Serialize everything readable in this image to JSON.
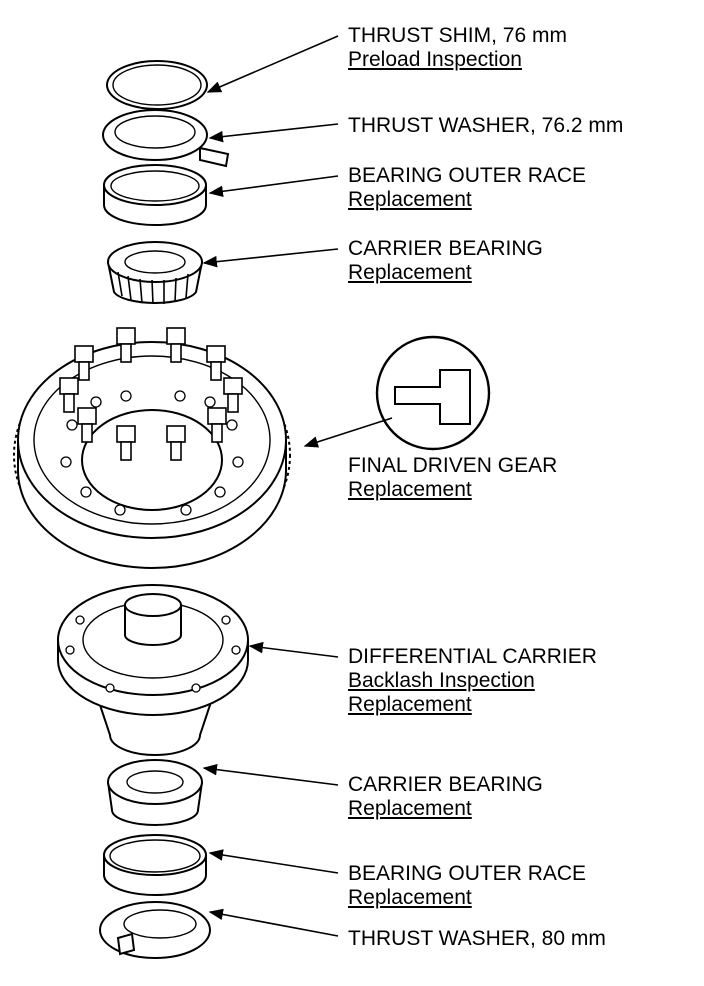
{
  "callouts": {
    "thrust_shim": {
      "title": "THRUST SHIM, 76 mm",
      "links": [
        "Preload Inspection"
      ]
    },
    "thrust_washer_top": {
      "title": "THRUST WASHER, 76.2 mm",
      "links": []
    },
    "bearing_outer_race_top": {
      "title": "BEARING OUTER RACE",
      "links": [
        "Replacement"
      ]
    },
    "carrier_bearing_top": {
      "title": "CARRIER BEARING",
      "links": [
        "Replacement"
      ]
    },
    "final_driven_gear": {
      "title": "FINAL DRIVEN GEAR",
      "links": [
        "Replacement"
      ]
    },
    "differential_carrier": {
      "title": "DIFFERENTIAL CARRIER",
      "links": [
        "Backlash Inspection",
        "Replacement"
      ]
    },
    "carrier_bearing_bottom": {
      "title": "CARRIER BEARING",
      "links": [
        "Replacement"
      ]
    },
    "bearing_outer_race_bottom": {
      "title": "BEARING OUTER RACE",
      "links": [
        "Replacement"
      ]
    },
    "thrust_washer_bottom": {
      "title": "THRUST WASHER, 80 mm",
      "links": []
    }
  }
}
